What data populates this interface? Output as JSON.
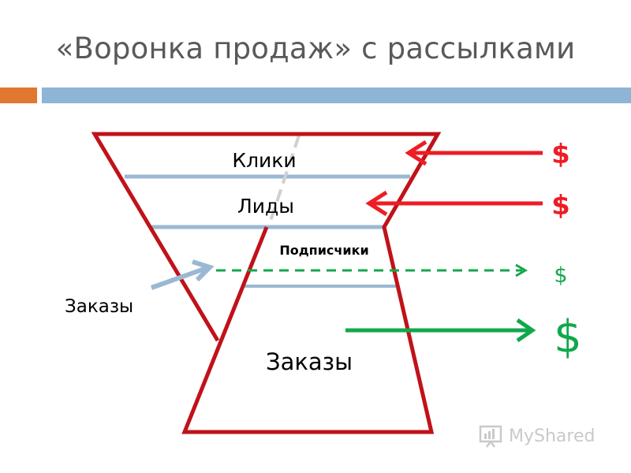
{
  "title": "«Воронка продаж» с рассылками",
  "labels": {
    "clicks": "Клики",
    "leads": "Лиды",
    "subscribers": "Подписчики",
    "orders_side": "Заказы",
    "orders_main": "Заказы"
  },
  "money": {
    "red_top": "$",
    "red_mid": "$",
    "green_dashed": "$",
    "green_big": "$"
  },
  "logo": {
    "text": "MyShared"
  },
  "colors": {
    "funnel_red": "#C0121A",
    "arrow_red": "#EE1C24",
    "level_blue": "#9BB8D3",
    "green": "#11A84B",
    "title_gray": "#595959",
    "accent_orange": "#E0782F",
    "accent_blue": "#8EB4D6"
  }
}
